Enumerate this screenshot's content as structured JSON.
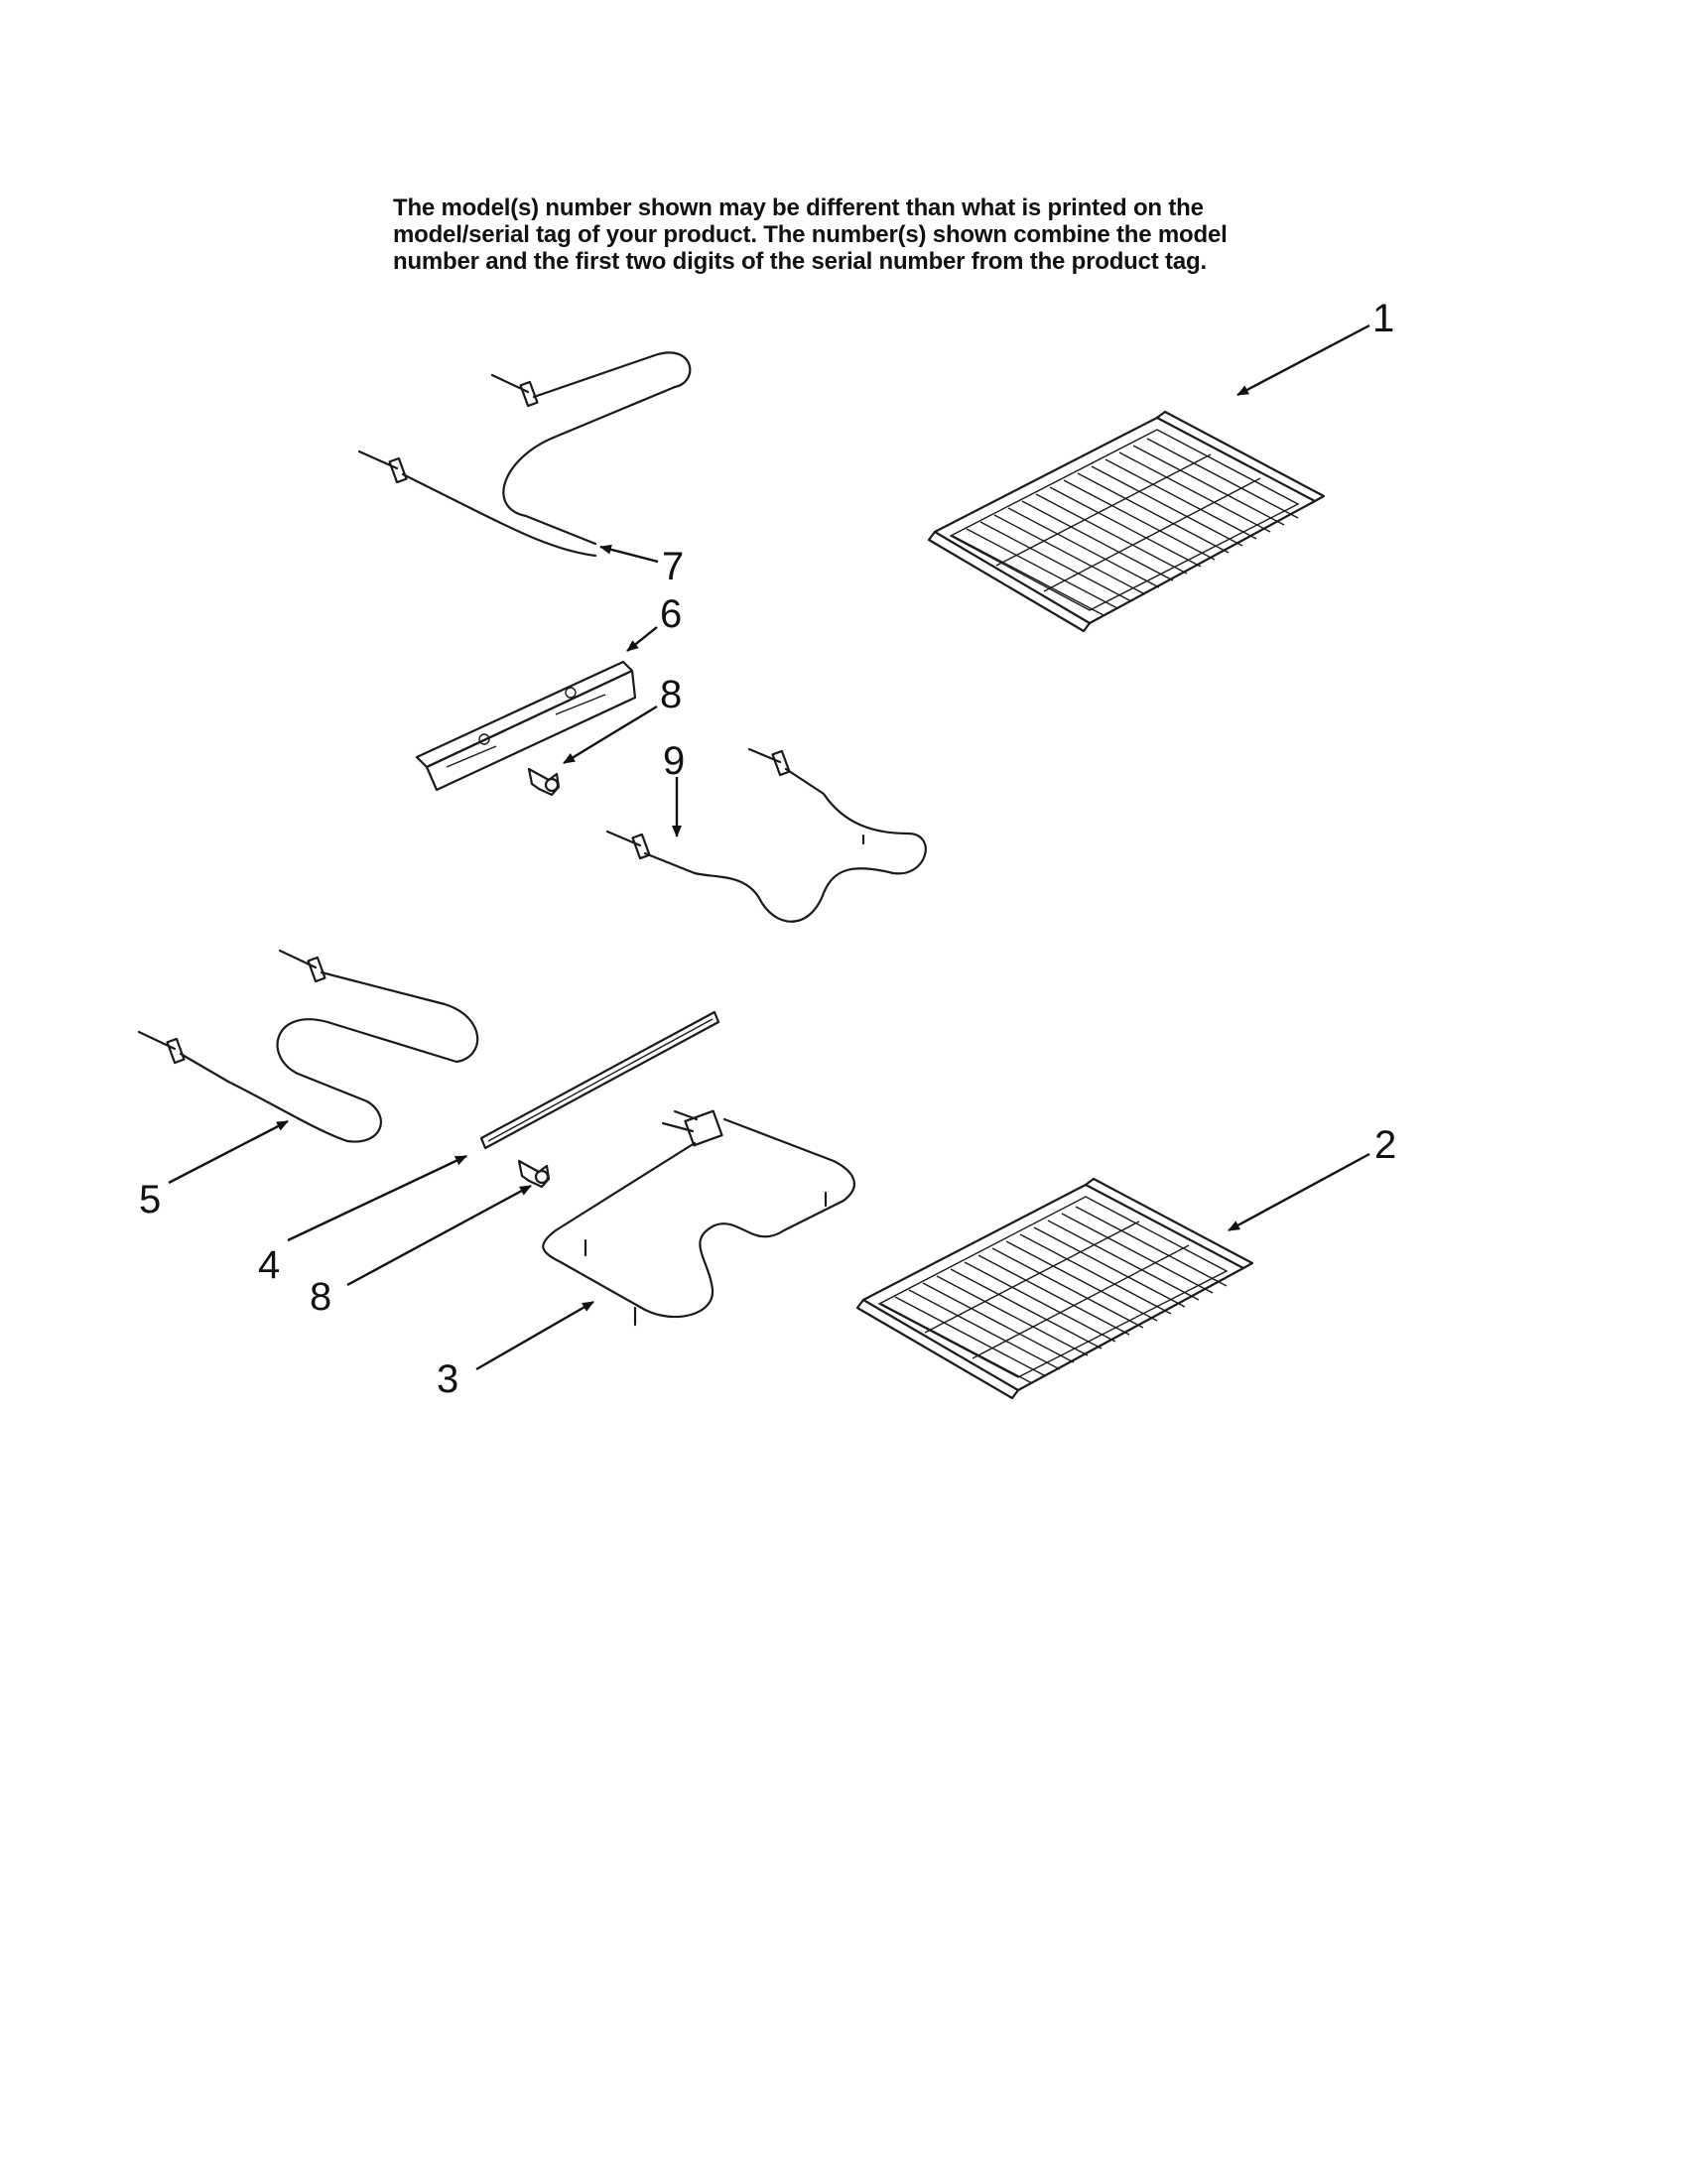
{
  "disclaimer": {
    "line1": "The model(s) number shown may be different than what is printed on the",
    "line2": "model/serial tag of your product. The number(s) shown combine the model",
    "line3": "number and the first two digits of the serial number from the product tag."
  },
  "callouts": {
    "c1": "1",
    "c2": "2",
    "c3": "3",
    "c4": "4",
    "c5": "5",
    "c6": "6",
    "c7": "7",
    "c8a": "8",
    "c8b": "8",
    "c9": "9"
  }
}
